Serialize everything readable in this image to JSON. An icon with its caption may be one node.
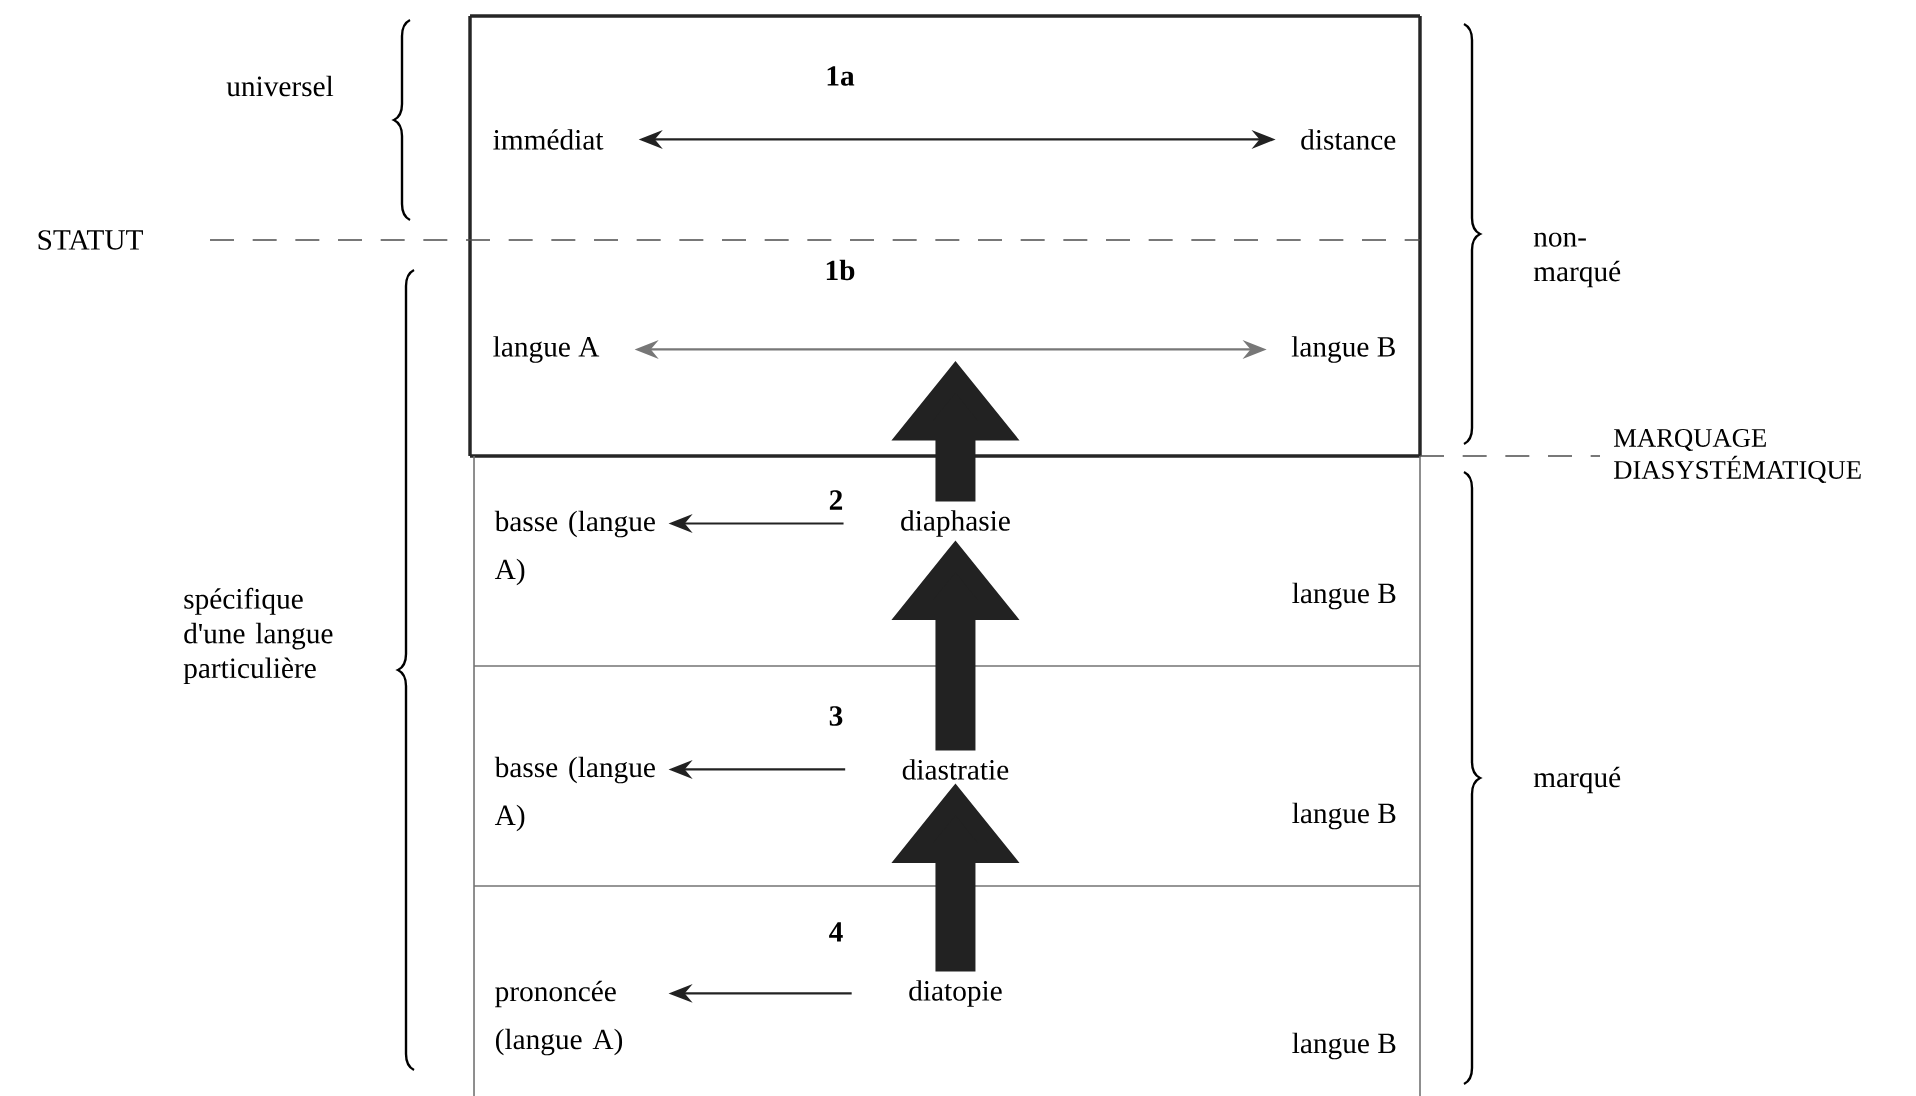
{
  "diagram": {
    "nodes": [
      {
        "text": [
          "1a"
        ]
      },
      {
        "text": [
          "immédiat"
        ],
        "in": 0
      },
      {
        "text": [
          "distance"
        ],
        "in": 0
      },
      {
        "text": [
          "1b"
        ]
      },
      {
        "text": [
          "langue A"
        ],
        "in": 3
      },
      {
        "text": [
          "langue B"
        ],
        "in": 3
      },
      {
        "text": [
          "2",
          "langue B"
        ]
      },
      {
        "text": [
          "diaphasie"
        ],
        "in": 6
      },
      {
        "text": [
          "basse (langue A)"
        ],
        "in": 6
      },
      {
        "text": [
          "3",
          "langue B"
        ]
      },
      {
        "text": [
          "diastratie"
        ],
        "in": 9
      },
      {
        "text": [
          "basse (langue A)"
        ],
        "in": 9
      },
      {
        "text": [
          "4",
          "langue B"
        ]
      },
      {
        "text": [
          "diatopie"
        ],
        "in": 12
      },
      {
        "text": [
          "prononcée (langue A)"
        ],
        "in": 12
      }
    ],
    "edges": [
      {
        "from": 1,
        "to": 2,
        "arrow": "both"
      },
      {
        "from": 4,
        "to": 5,
        "arrow": "both",
        "color": "#777777"
      },
      {
        "from": 7,
        "to": 8,
        "arrow": "to"
      },
      {
        "from": 10,
        "to": 11,
        "arrow": "to"
      },
      {
        "from": 13,
        "to": 14,
        "arrow": "to"
      },
      {
        "from": 13,
        "to": 10,
        "arrow": "to",
        "style": "thick"
      },
      {
        "from": 10,
        "to": 7,
        "arrow": "to",
        "style": "thick"
      },
      {
        "from": 7,
        "to": 3,
        "arrow": "to",
        "style": "thick"
      }
    ],
    "labels": [
      "universel",
      "STATUT",
      "non-marqué",
      "MARQUAGE DIASYSTÉMATIQUE",
      "spécifique d'une langue particulière",
      "marqué"
    ]
  }
}
